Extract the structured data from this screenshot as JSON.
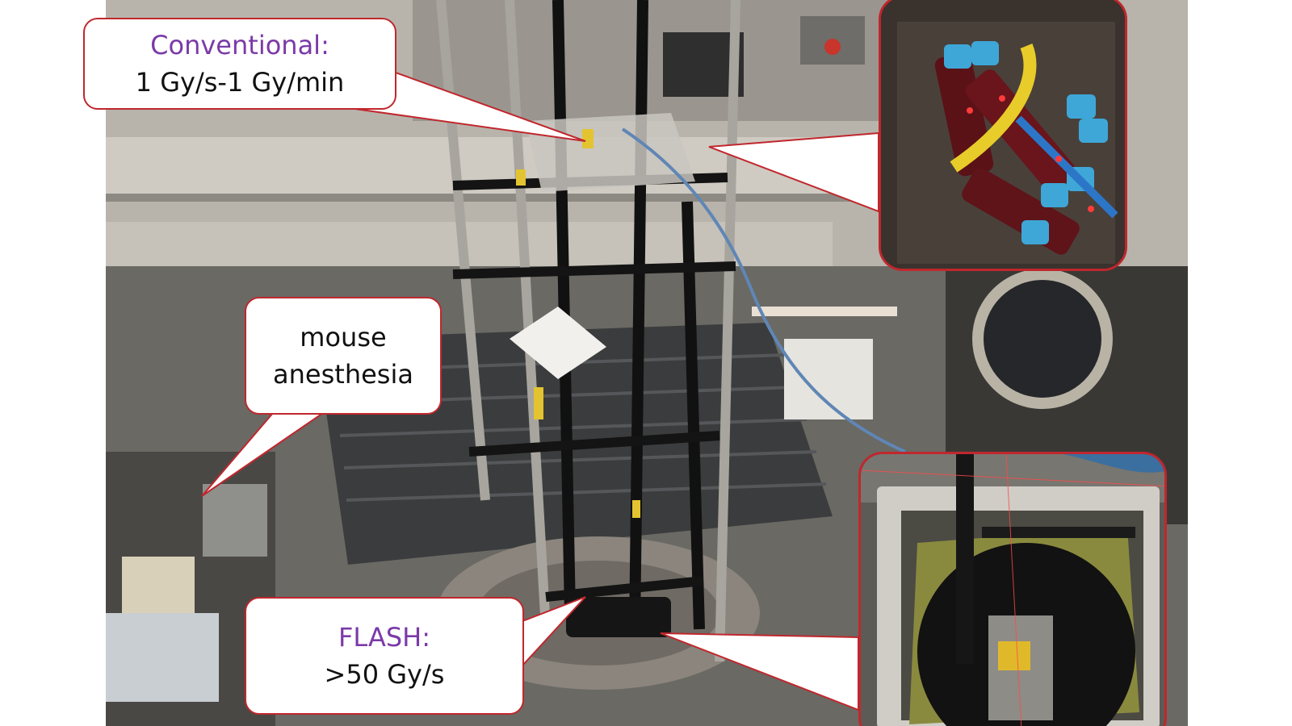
{
  "callouts": {
    "conventional": {
      "title": "Conventional:",
      "value": "1 Gy/s-1 Gy/min"
    },
    "mouse": {
      "line1": "mouse",
      "line2": "anesthesia"
    },
    "flash": {
      "title": "FLASH:",
      "value": ">50 Gy/s"
    }
  },
  "colors": {
    "callout_border": "#c0272d",
    "title_text": "#7b3aa8",
    "body_text": "#111111"
  }
}
